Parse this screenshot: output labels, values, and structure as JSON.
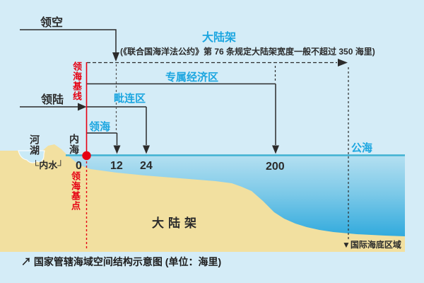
{
  "labels": {
    "airspace": "领空",
    "continental_shelf_top": "大陆架",
    "shelf_note": "(《联合国海洋法公约》第 76 条规定大陆架宽度一般不超过 350 海里)",
    "territorial_baseline": "领海基线",
    "eez": "专属经济区",
    "land_territory": "领陆",
    "contiguous_zone": "毗连区",
    "territorial_sea": "领海",
    "river_lake": "河湖",
    "inner_sea": "内海",
    "internal_waters": "└内水┘",
    "high_seas": "公海",
    "base_point": "领海基点",
    "continental_shelf_bottom": "大陆架",
    "intl_seabed": "▼国际海底区域",
    "caption": "↗ 国家管辖海域空间结构示意图 (单位：海里)"
  },
  "scale_marks": {
    "zero": "0",
    "twelve": "12",
    "twenty_four": "24",
    "two_hundred": "200"
  },
  "colors": {
    "sky": "#d4ecf7",
    "sea_top": "#b5e0f1",
    "sea_mid": "#7cc9e8",
    "sea_deep": "#169fd9",
    "pond": "#c9eaf6",
    "sand": "#f2e0a0",
    "waterline": "#41b2d2",
    "red": "#e60012",
    "cyan": "#1ca6e0",
    "dark": "#2b2b2b"
  }
}
